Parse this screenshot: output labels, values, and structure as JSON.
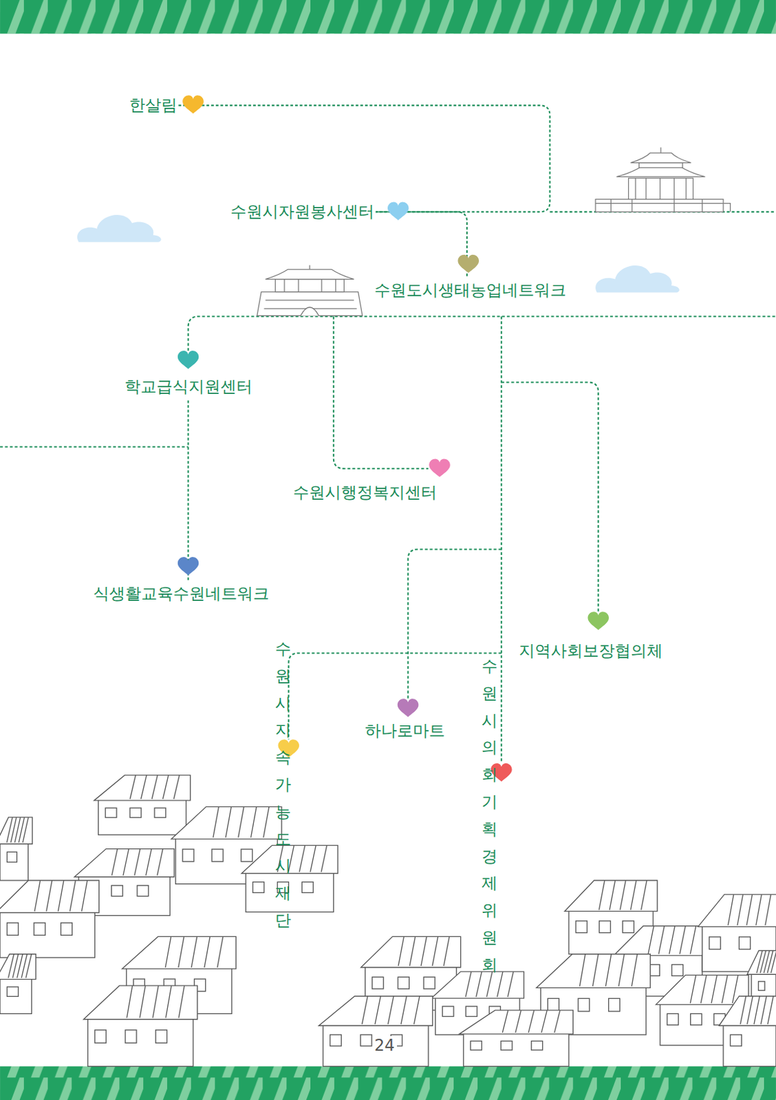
{
  "diagram": {
    "nodes": [
      {
        "text": [
          "한살림"
        ]
      },
      {
        "text": [
          "수원시자원봉사센터"
        ]
      },
      {
        "text": [
          "수원도시생태농업네트워크"
        ]
      },
      {
        "text": [
          "학교급식지원센터"
        ]
      },
      {
        "text": [
          "수원시행정복지센터"
        ]
      },
      {
        "text": [
          "식생활교육수원네트워크"
        ]
      },
      {
        "text": [
          "지역사회보장협의체"
        ]
      },
      {
        "text": [
          "하나로마트"
        ]
      },
      {
        "text": [
          "수원시지속가능 도시재단"
        ]
      },
      {
        "text": [
          "수원시의회 기획경제위원회"
        ]
      }
    ],
    "edges": [
      {
        "from": 0,
        "to": 1,
        "arrow": "none"
      },
      {
        "from": 1,
        "to": 2,
        "arrow": "none"
      },
      {
        "from": 3,
        "to": 5,
        "arrow": "none"
      }
    ],
    "labels": [
      "24"
    ]
  }
}
